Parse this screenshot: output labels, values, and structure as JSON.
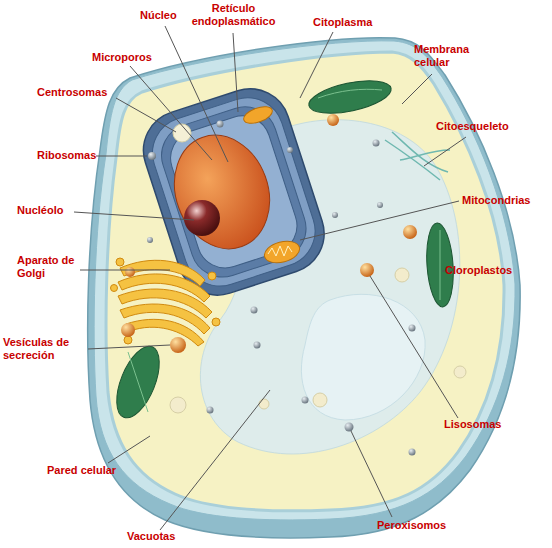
{
  "diagram": {
    "labels": [
      "Núcleo",
      "Retículo endoplasmático",
      "Citoplasma",
      "Microporos",
      "Membrana celular",
      "Centrosomas",
      "Citoesqueleto",
      "Ribosomas",
      "Nucléolo",
      "Mitocondrias",
      "Cloroplastos",
      "Aparato de Golgi",
      "Vesículas de secreción",
      "Lisosomas",
      "Pared celular",
      "Peroxisomos",
      "Vacuotas"
    ]
  }
}
